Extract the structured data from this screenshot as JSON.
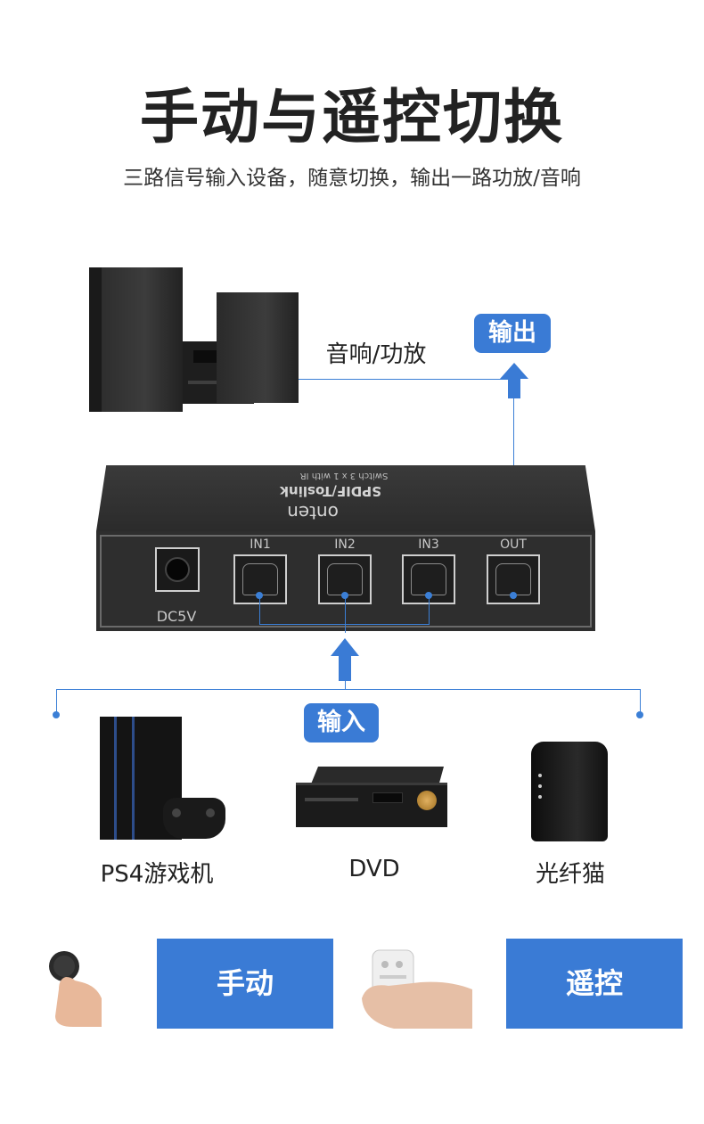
{
  "header": {
    "title": "手动与遥控切换",
    "subtitle": "三路信号输入设备，随意切换，输出一路功放/音响"
  },
  "output": {
    "badge": "输出",
    "device_label": "音响/功放"
  },
  "switch_box": {
    "brand": "onten",
    "model": "SPDIF/Toslink",
    "model_sub": "Switch 3 x 1 with IR",
    "power_label": "DC5V",
    "ports": [
      "IN1",
      "IN2",
      "IN3",
      "OUT"
    ]
  },
  "input": {
    "badge": "输入",
    "devices": [
      "PS4游戏机",
      "DVD",
      "光纤猫"
    ]
  },
  "modes": {
    "manual": "手动",
    "remote": "遥控"
  },
  "colors": {
    "accent": "#3a7bd5",
    "line": "#3b7fd6"
  }
}
